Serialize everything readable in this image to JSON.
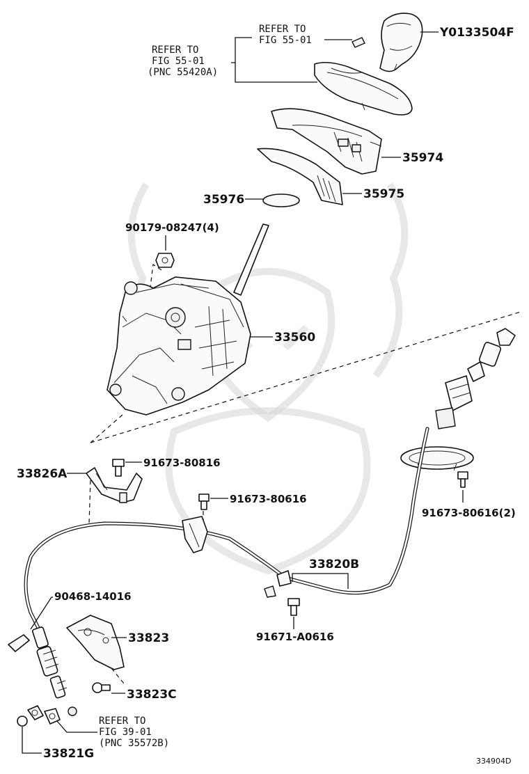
{
  "labels": {
    "knob": "Y0133504F",
    "ref1_l1": "REFER TO",
    "ref1_l2": "FIG 55-01",
    "ref2_l1": "REFER TO",
    "ref2_l2": "FIG 55-01",
    "ref2_l3": "(PNC 55420A)",
    "p35974": "35974",
    "p35975": "35975",
    "p35976": "35976",
    "p90179": "90179-08247(4)",
    "p33560": "33560",
    "p33826A": "33826A",
    "p91673_80816": "91673-80816",
    "p91673_80616": "91673-80616",
    "p91673_80616_2": "91673-80616(2)",
    "p33820B": "33820B",
    "p91671": "91671-A0616",
    "p90468": "90468-14016",
    "p33823": "33823",
    "p33823C": "33823C",
    "ref3_l1": "REFER TO",
    "ref3_l2": "FIG 39-01",
    "ref3_l3": "(PNC 35572B)",
    "p33821G": "33821G",
    "diagram_code": "334904D"
  }
}
